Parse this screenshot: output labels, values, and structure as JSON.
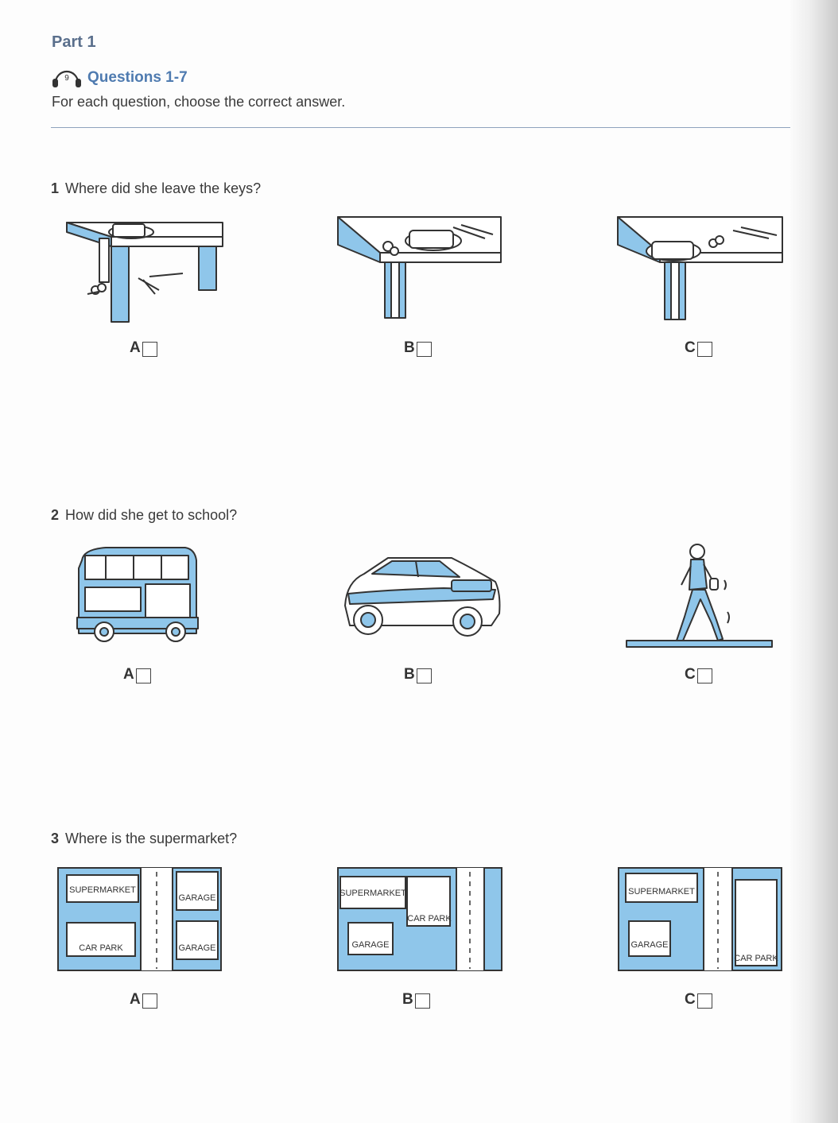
{
  "part_title": "Part 1",
  "audio_track": "9",
  "questions_label": "Questions 1-7",
  "instruction": "For each question, choose the correct answer.",
  "questions": [
    {
      "number": "1",
      "text": "Where did she leave the keys?",
      "options": [
        {
          "letter": "A",
          "picture": "keys-on-floor-under-table"
        },
        {
          "letter": "B",
          "picture": "keys-on-table-beside-phone"
        },
        {
          "letter": "C",
          "picture": "keys-on-table-near-pens"
        }
      ]
    },
    {
      "number": "2",
      "text": "How did she get to school?",
      "options": [
        {
          "letter": "A",
          "picture": "double-decker-bus"
        },
        {
          "letter": "B",
          "picture": "car"
        },
        {
          "letter": "C",
          "picture": "walking-woman"
        }
      ]
    },
    {
      "number": "3",
      "text": "Where is the supermarket?",
      "options": [
        {
          "letter": "A",
          "picture": "map-a",
          "labels": {
            "supermarket": "SUPERMARKET",
            "car_park": "CAR PARK",
            "garage1": "GARAGE",
            "garage2": "GARAGE"
          }
        },
        {
          "letter": "B",
          "picture": "map-b",
          "labels": {
            "supermarket": "SUPERMARKET",
            "car_park": "CAR PARK",
            "garage": "GARAGE"
          }
        },
        {
          "letter": "C",
          "picture": "map-c",
          "labels": {
            "supermarket": "SUPERMARKET",
            "car_park": "CAR PARK",
            "garage": "GARAGE"
          }
        }
      ]
    }
  ],
  "colors": {
    "accent_blue": "#8fc6ea",
    "heading_blue": "#4f7bb0",
    "rule": "#8ea2bd"
  }
}
